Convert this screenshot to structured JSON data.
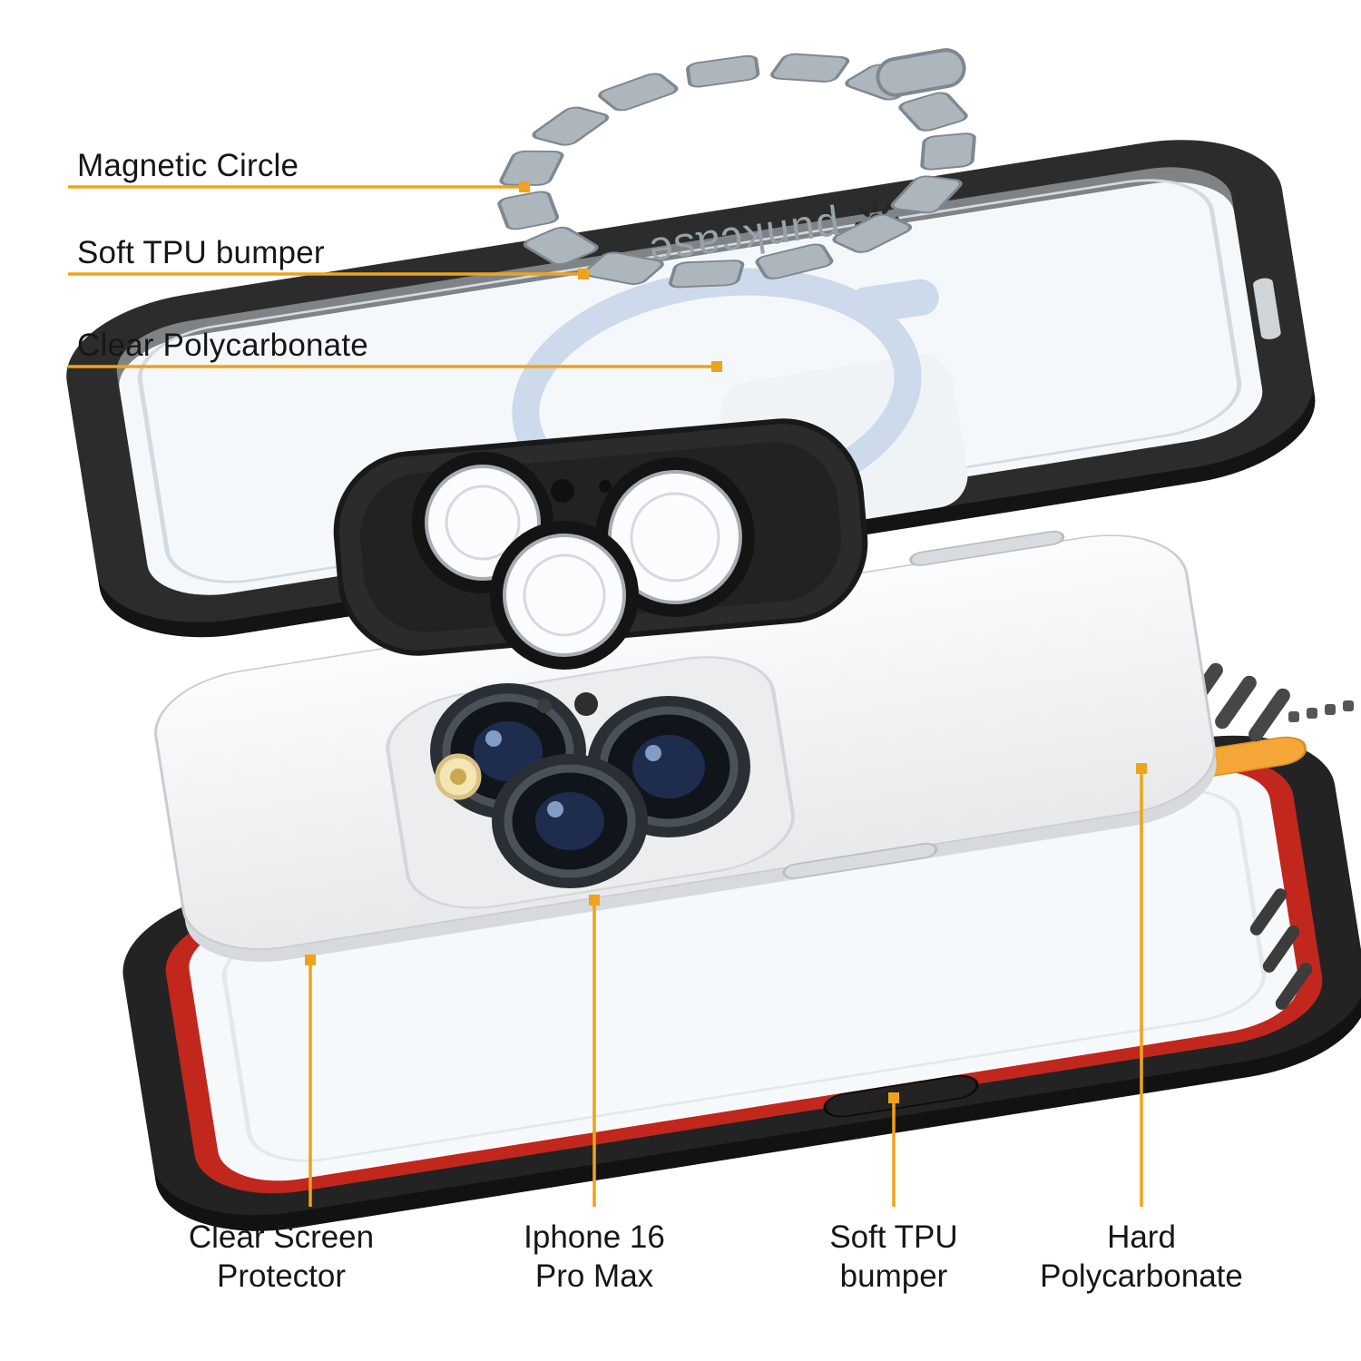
{
  "page": {
    "background_color": "#ffffff"
  },
  "product": {
    "brand_text": "punkcase"
  },
  "callouts": {
    "left": [
      {
        "label": "Magnetic Circle"
      },
      {
        "label": "Soft TPU bumper"
      },
      {
        "label": "Clear Polycarbonate"
      }
    ],
    "bottom": [
      {
        "line1": "Clear Screen",
        "line2": "Protector"
      },
      {
        "line1": "Iphone 16",
        "line2": "Pro Max"
      },
      {
        "line1": "Soft TPU",
        "line2": "bumper"
      },
      {
        "line1": "Hard",
        "line2": "Polycarbonate"
      }
    ]
  },
  "colors": {
    "leader_line": "#eea31b",
    "case_black": "#2c2c2c",
    "bumper_red": "#c1271d",
    "button_orange": "#f4a636",
    "magsafe_ring_blue": "#ccdaeb",
    "magnet_segment_gray": "#aeb6bd",
    "phone_silver": "#f4f5f6"
  }
}
